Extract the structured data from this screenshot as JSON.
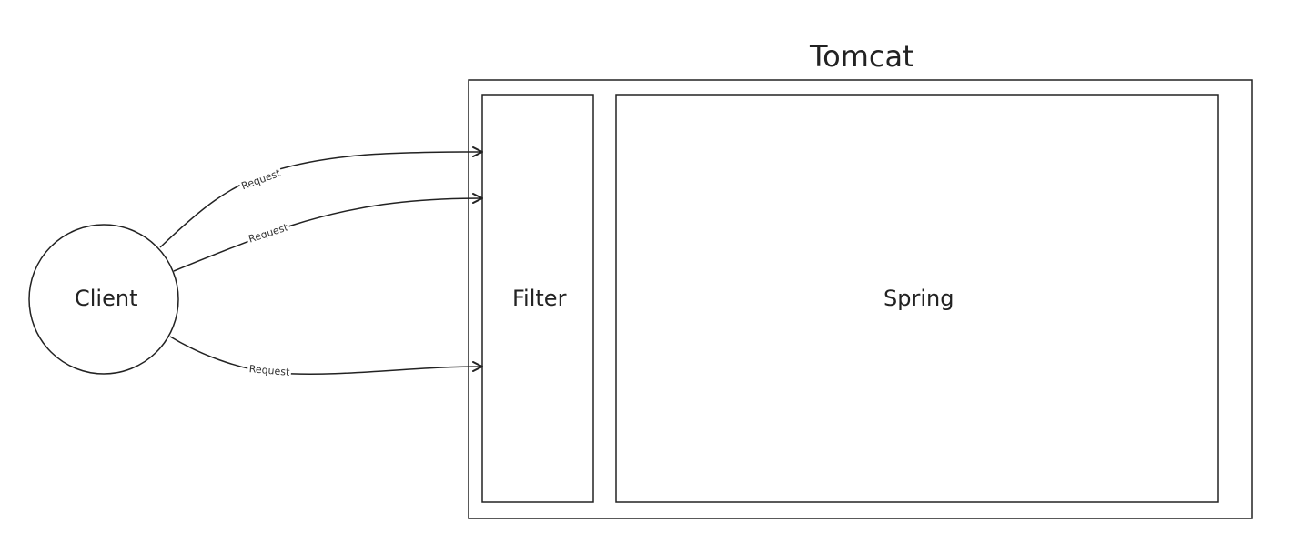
{
  "diagram": {
    "container": {
      "title": "Tomcat"
    },
    "nodes": {
      "client": "Client",
      "filter": "Filter",
      "spring": "Spring"
    },
    "edges": [
      {
        "from": "Client",
        "to": "Filter",
        "label": "Request"
      },
      {
        "from": "Client",
        "to": "Filter",
        "label": "Request"
      },
      {
        "from": "Client",
        "to": "Filter",
        "label": "Request"
      }
    ],
    "colors": {
      "stroke": "#222222",
      "background": "#ffffff"
    }
  }
}
